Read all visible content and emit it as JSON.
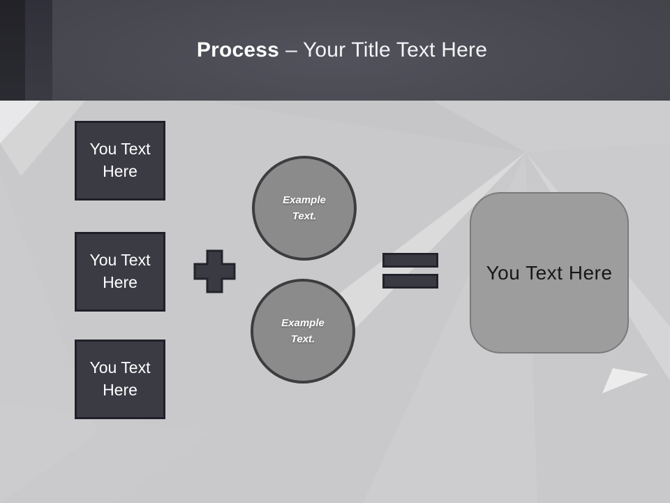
{
  "header": {
    "title_bold": "Process",
    "title_rest": "– Your Title Text Here"
  },
  "input_boxes": [
    {
      "label": "You Text Here"
    },
    {
      "label": "You Text Here"
    },
    {
      "label": "You Text Here"
    }
  ],
  "example_circles": [
    {
      "label": "Example Text."
    },
    {
      "label": "Example Text."
    }
  ],
  "result_box": {
    "label": "You Text Here"
  },
  "icons": {
    "plus": "plus-shape",
    "equals": "equals-shape"
  },
  "colors": {
    "header_bg": "#4A4A53",
    "header_band_dark": "#26262C",
    "header_band_mid": "#35353D",
    "slide_bg": "#C9C9CB",
    "dark_shape_fill": "#3A3A44",
    "dark_shape_border": "#23232B",
    "circle_fill": "#8B8B8B",
    "circle_border": "#3D3D3F",
    "result_fill": "#9D9D9E",
    "result_border": "#797A7A",
    "title_text": "#FFFFFF",
    "result_text": "#171717"
  }
}
